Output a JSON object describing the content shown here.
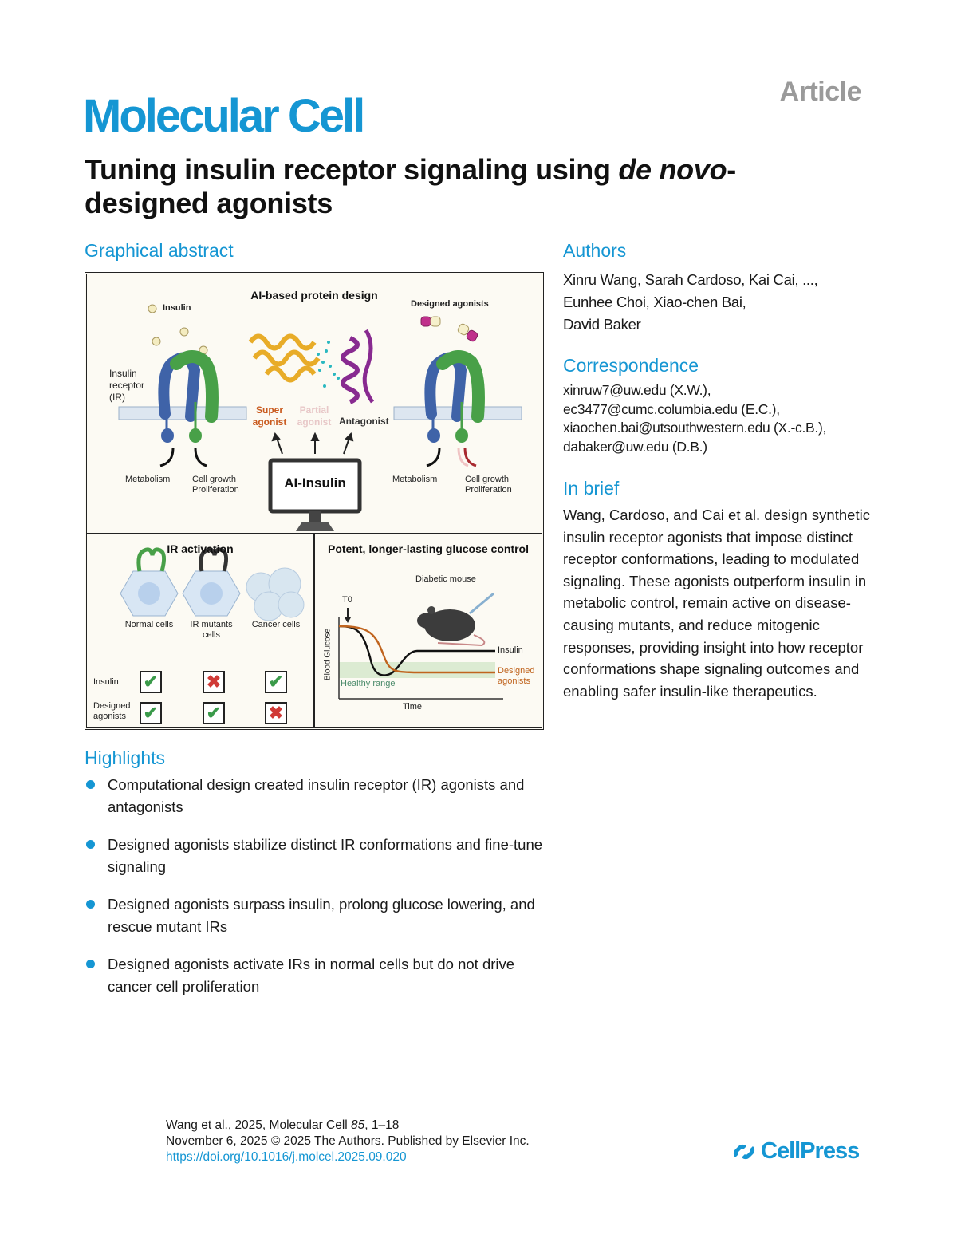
{
  "header": {
    "article_type": "Article",
    "journal": "Molecular Cell",
    "title_part1": "Tuning insulin receptor signaling using ",
    "title_italic": "de novo",
    "title_part2": "-designed agonists"
  },
  "graphical_abstract": {
    "heading": "Graphical abstract",
    "top_panel": {
      "title": "AI-based protein design",
      "insulin_legend": "Insulin",
      "receptor_label": "Insulin receptor (IR)",
      "designed_agonists_legend": "Designed agonists",
      "left_outputs": [
        "Metabolism",
        "Cell growth\nProliferation"
      ],
      "right_outputs": [
        "Metabolism",
        "Cell growth\nProliferation"
      ],
      "categories": [
        {
          "label": "Super agonist",
          "color": "#c95a1e"
        },
        {
          "label": "Partial agonist",
          "color": "#e8c8c8"
        },
        {
          "label": "Antagonist",
          "color": "#333333"
        }
      ],
      "monitor_label": "AI-Insulin"
    },
    "ir_activation": {
      "title": "IR activation",
      "cell_types": [
        "Normal cells",
        "IR mutants cells",
        "Cancer cells"
      ],
      "rows": [
        {
          "label": "Insulin",
          "results": [
            "check",
            "cross",
            "check"
          ]
        },
        {
          "label": "Designed agonists",
          "results": [
            "check",
            "check",
            "cross"
          ]
        }
      ]
    },
    "glucose_panel": {
      "title": "Potent, longer-lasting glucose control",
      "mouse_label": "Diabetic mouse",
      "t0_label": "T0",
      "ylabel": "Blood Glucose",
      "xlabel": "Time",
      "healthy_range_label": "Healthy range",
      "series": [
        {
          "name": "Insulin",
          "color": "#111111"
        },
        {
          "name": "Designed agonists",
          "color": "#c0641e"
        }
      ]
    }
  },
  "authors": {
    "heading": "Authors",
    "lines": [
      "Xinru Wang, Sarah Cardoso, Kai Cai, ...,",
      "Eunhee Choi, Xiao-chen Bai,",
      "David Baker"
    ]
  },
  "correspondence": {
    "heading": "Correspondence",
    "lines": [
      "xinruw7@uw.edu (X.W.),",
      "ec3477@cumc.columbia.edu (E.C.),",
      "xiaochen.bai@utsouthwestern.edu (X.-c.B.),",
      "dabaker@uw.edu (D.B.)"
    ]
  },
  "in_brief": {
    "heading": "In brief",
    "text": "Wang, Cardoso, and Cai et al. design synthetic insulin receptor agonists that impose distinct receptor conformations, leading to modulated signaling. These agonists outperform insulin in metabolic control, remain active on disease-causing mutants, and reduce mitogenic responses, providing insight into how receptor conformations shape signaling outcomes and enabling safer insulin-like therapeutics."
  },
  "highlights": {
    "heading": "Highlights",
    "items": [
      "Computational design created insulin receptor (IR) agonists and antagonists",
      "Designed agonists stabilize distinct IR conformations and fine-tune signaling",
      "Designed agonists surpass insulin, prolong glucose lowering, and rescue mutant IRs",
      "Designed agonists activate IRs in normal cells but do not drive cancer cell proliferation"
    ]
  },
  "footer": {
    "citation_prefix": "Wang et al., 2025, Molecular Cell ",
    "citation_volume": "85",
    "citation_pages": ", 1–18",
    "date_line": "November 6, 2025 © 2025 The Authors. Published by Elsevier Inc.",
    "doi": "https://doi.org/10.1016/j.molcel.2025.09.020",
    "publisher": "CellPress"
  },
  "colors": {
    "brand_blue": "#1596d3",
    "article_gray": "#9a9a9a",
    "abstract_bg": "#fcfaf3"
  }
}
